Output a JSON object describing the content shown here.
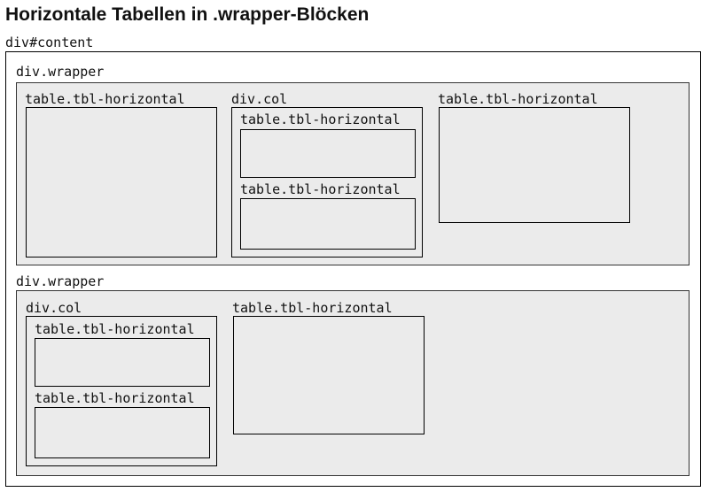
{
  "title": "Horizontale Tabellen in .wrapper-Blöcken",
  "content": {
    "label": "div#content",
    "wrapper1": {
      "label": "div.wrapper",
      "table_left": {
        "label": "table.tbl-horizontal"
      },
      "col": {
        "label": "div.col",
        "tables": [
          {
            "label": "table.tbl-horizontal"
          },
          {
            "label": "table.tbl-horizontal"
          }
        ]
      },
      "table_right": {
        "label": "table.tbl-horizontal"
      }
    },
    "wrapper2": {
      "label": "div.wrapper",
      "col": {
        "label": "div.col",
        "tables": [
          {
            "label": "table.tbl-horizontal"
          },
          {
            "label": "table.tbl-horizontal"
          }
        ]
      },
      "table_mid": {
        "label": "table.tbl-horizontal"
      }
    }
  }
}
